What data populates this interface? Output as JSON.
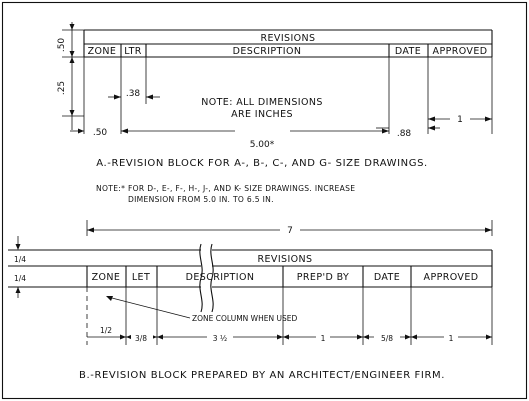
{
  "top_block": {
    "title": "REVISIONS",
    "columns": {
      "zone": "ZONE",
      "ltr": "LTR",
      "description": "DESCRIPTION",
      "date": "DATE",
      "approved": "APPROVED"
    },
    "note_line1": "NOTE:  ALL DIMENSIONS",
    "note_line2": "ARE INCHES",
    "dims": {
      "d050v": ".50",
      "d025v": ".25",
      "d038": ".38",
      "d050h": ".50",
      "d500": "5.00*",
      "d088": ".88",
      "d1": "1"
    }
  },
  "caption_a": "A.-REVISION BLOCK FOR A-, B-, C-, AND G- SIZE DRAWINGS.",
  "footnote_line1": "NOTE:*  FOR D-, E-, F-, H-, J-, AND K- SIZE DRAWINGS. INCREASE",
  "footnote_line2": "DIMENSION FROM 5.0 IN.  TO 6.5 IN.",
  "bottom_block": {
    "title": "REVISIONS",
    "columns": {
      "zone": "ZONE",
      "let": "LET",
      "description": "DESCRIPTION",
      "prepd_by": "PREP'D BY",
      "date": "DATE",
      "approved": "APPROVED"
    },
    "zone_note": "ZONE COLUMN WHEN USED",
    "dims": {
      "d7": "7",
      "d14a": "1/4",
      "d14b": "1/4",
      "d12": "1/2",
      "d38": "3/8",
      "d312": "3 ½",
      "d1a": "1",
      "d58": "5/8",
      "d1b": "1"
    }
  },
  "caption_b": "B.-REVISION BLOCK PREPARED BY AN ARCHITECT/ENGINEER FIRM."
}
